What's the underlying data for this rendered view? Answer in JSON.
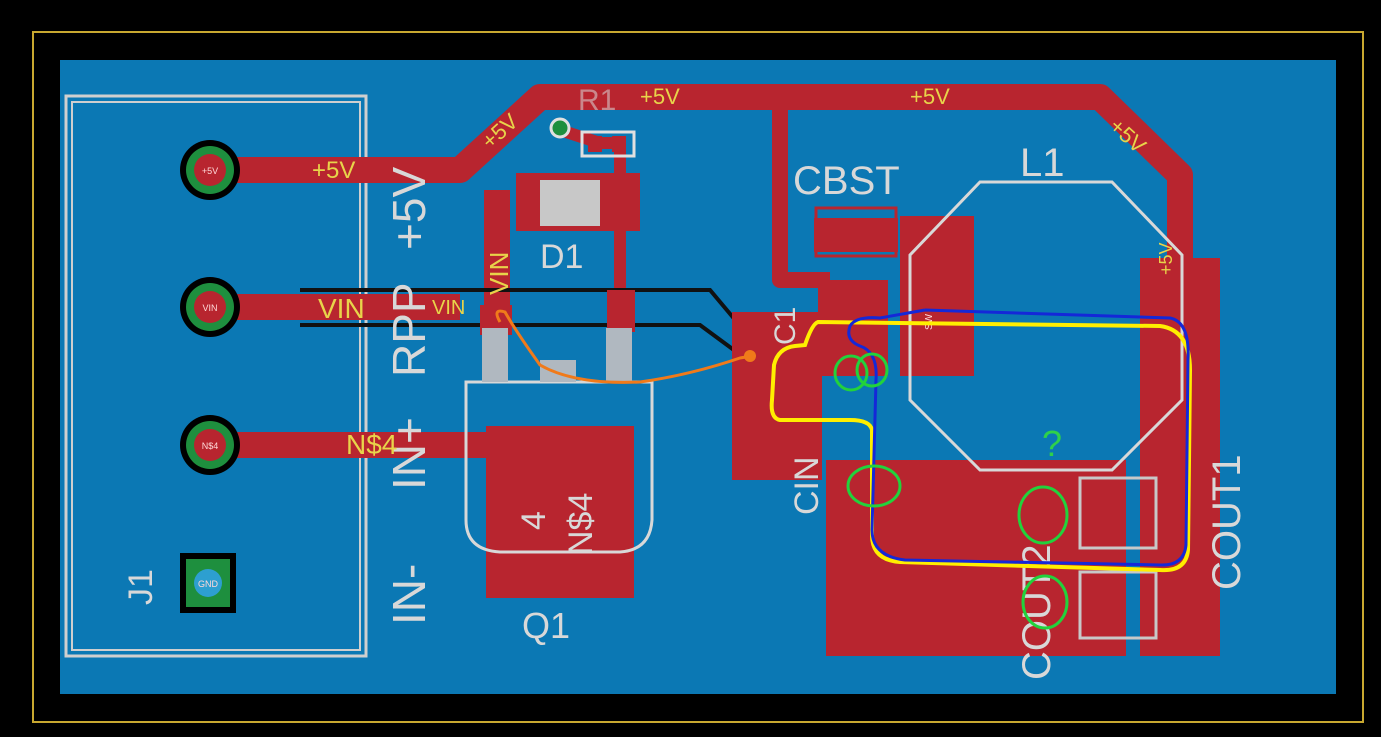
{
  "colors": {
    "background": "#000000",
    "board_outline": "#c8a830",
    "board_fill": "#0b78b4",
    "copper": "#b8252f",
    "silkscreen": "#d8d8d8",
    "net_label": "#e8d44a",
    "annotation_yellow": "#ffee00",
    "annotation_blue": "#1428d8",
    "annotation_green": "#22d23c",
    "annotation_orange": "#f07a1a"
  },
  "components": {
    "j1": {
      "ref": "J1",
      "pins": [
        "IN-",
        "IN+",
        "RPP",
        "+5V"
      ],
      "pin_text": [
        "+5V",
        "VIN",
        "N$4",
        "GND"
      ]
    },
    "r1": {
      "ref": "R1"
    },
    "d1": {
      "ref": "D1"
    },
    "q1": {
      "ref": "Q1",
      "pad_pin": "4",
      "pad_net": "N$4"
    },
    "c1": {
      "ref": "C1"
    },
    "cbst": {
      "ref": "CBST"
    },
    "l1": {
      "ref": "L1"
    },
    "cin": {
      "ref": "CIN"
    },
    "cout1": {
      "ref": "COUT1"
    },
    "cout2": {
      "ref": "COUT2"
    }
  },
  "nets": {
    "plus5v": "+5V",
    "vin": "VIN",
    "ns4": "N$4",
    "sw": "SW"
  },
  "annotations": {
    "question_mark": "?"
  }
}
